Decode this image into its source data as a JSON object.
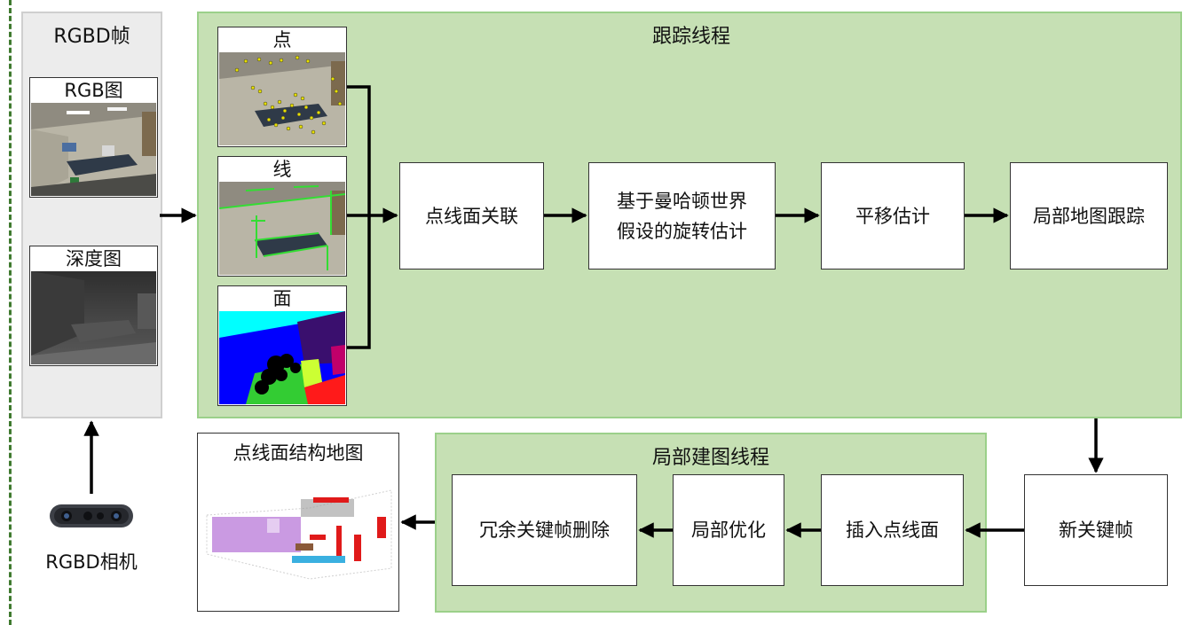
{
  "frame_panel": {
    "title": "RGBD帧",
    "rgb_caption": "RGB图",
    "depth_caption": "深度图"
  },
  "camera": {
    "label": "RGBD相机",
    "icon": "rgbd-camera-icon"
  },
  "tracking": {
    "title": "跟踪线程",
    "features": [
      {
        "caption": "点"
      },
      {
        "caption": "线"
      },
      {
        "caption": "面"
      }
    ],
    "nodes": [
      {
        "label": "点线面关联"
      },
      {
        "label": "基于曼哈顿世界\n假设的旋转估计"
      },
      {
        "label": "平移估计"
      },
      {
        "label": "局部地图跟踪"
      }
    ]
  },
  "new_keyframe": {
    "label": "新关键帧"
  },
  "local_mapping": {
    "title": "局部建图线程",
    "nodes": [
      {
        "label": "插入点线面"
      },
      {
        "label": "局部优化"
      },
      {
        "label": "冗余关键帧删除"
      }
    ]
  },
  "map_output": {
    "title": "点线面结构地图"
  },
  "colors": {
    "green_panel": "#c6e0b4",
    "green_border": "#9bd08a",
    "frame_panel": "#ececec",
    "dashed_line": "#3f7a2f",
    "plane_cyan": "#00ffff",
    "plane_blue": "#0000ff",
    "plane_purple": "#3a0f6e",
    "plane_green": "#33cc33",
    "plane_yellow": "#ccff33",
    "plane_red": "#ff1a1a"
  }
}
